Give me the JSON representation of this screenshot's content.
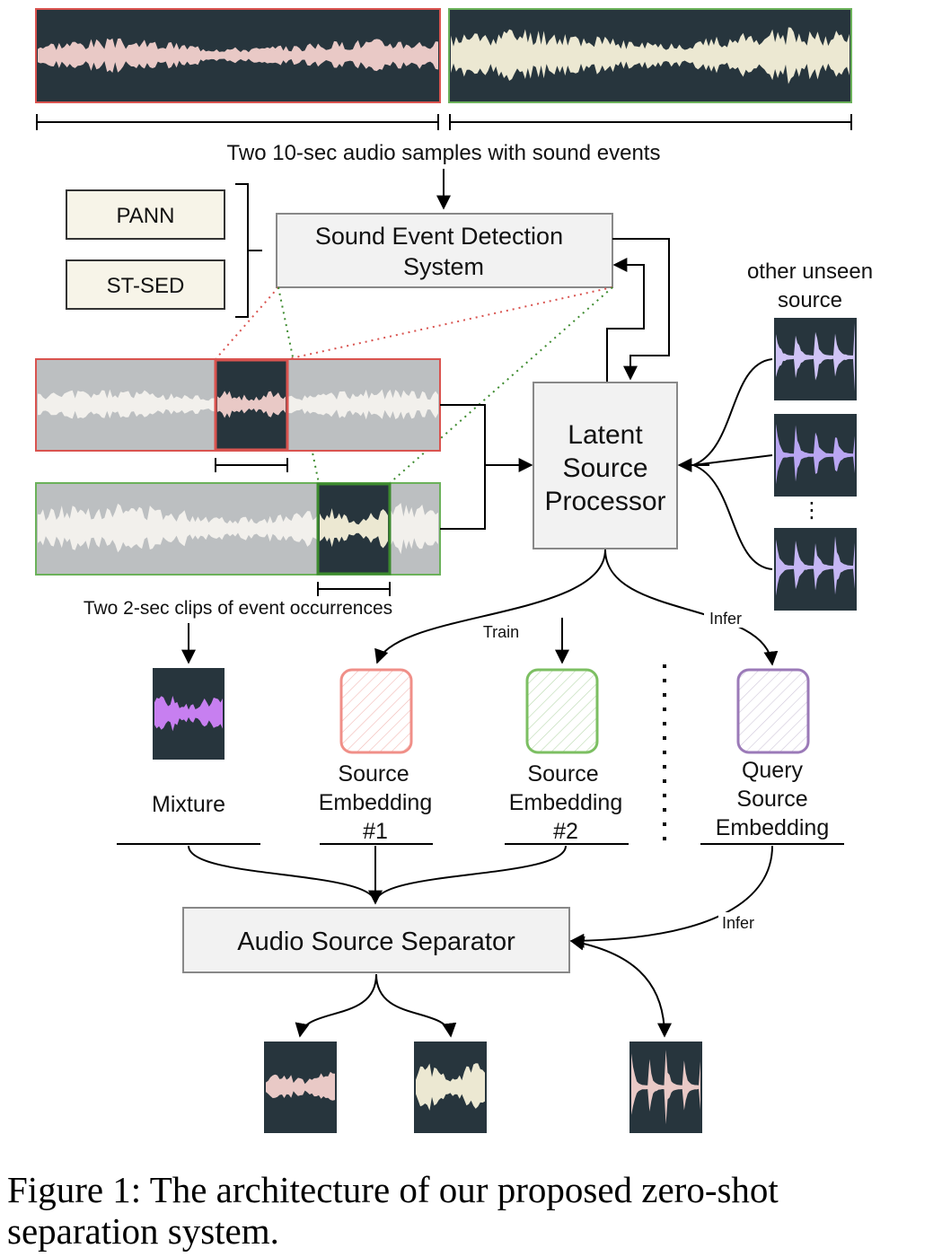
{
  "labels": {
    "top_caption": "Two 10-sec audio samples with sound events",
    "sed_line1": "Sound Event Detection",
    "sed_line2": "System",
    "pann": "PANN",
    "stsed": "ST-SED",
    "other_unseen_line1": "other unseen",
    "other_unseen_line2": "source",
    "lsp_line1": "Latent",
    "lsp_line2": "Source",
    "lsp_line3": "Processor",
    "clips_caption": "Two 2-sec clips of event occurrences",
    "train": "Train",
    "infer_top": "Infer",
    "infer_bottom": "Infer",
    "mixture": "Mixture",
    "emb1_line1": "Source",
    "emb1_line2": "Embedding",
    "emb1_line3": "#1",
    "emb2_line1": "Source",
    "emb2_line2": "Embedding",
    "emb2_line3": "#2",
    "query_line1": "Query",
    "query_line2": "Source",
    "query_line3": "Embedding",
    "separator": "Audio Source Separator",
    "vdots": "⋮"
  },
  "caption": {
    "text": "Figure 1: The architecture of our proposed zero-shot separation system."
  },
  "colors": {
    "wave_dark_bg": "#27353d",
    "wave_pink": "#e9c9c6",
    "wave_cream": "#ece8d2",
    "wave_violet": "#c9b6f0",
    "wave_purple": "#c77ff0",
    "red_border": "#d9534f",
    "green_border": "#6bb15a",
    "purple_border": "#9b7ab8",
    "box_fill": "#f2f2f2",
    "pann_fill": "#f7f4e8"
  }
}
